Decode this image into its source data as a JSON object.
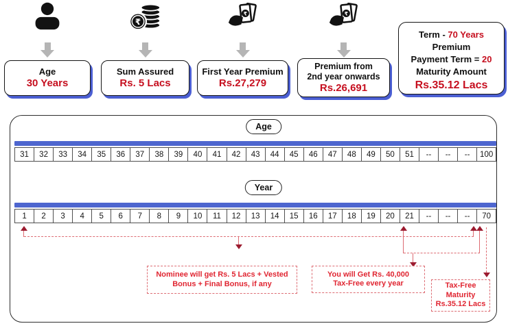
{
  "colors": {
    "accent_blue": "#4e66cf",
    "value_red": "#c60f1f",
    "arrow_maroon": "#9c1c30",
    "connector_pink": "#dd6b72",
    "callout_red": "#e02531",
    "gray_arrow": "#b5b5b5"
  },
  "icons": {
    "person": "person-icon",
    "rupee_coins": "rupee-coins-icon",
    "hand_money": "hand-money-icon",
    "down_block_arrow": "down-block-arrow-icon"
  },
  "cards": [
    {
      "label": "Age",
      "value": "30 Years"
    },
    {
      "label": "Sum Assured",
      "value": "Rs. 5 Lacs"
    },
    {
      "label": "First Year Premium",
      "value": "Rs.27,279"
    },
    {
      "label": "Premium from",
      "label2": "2nd year onwards",
      "value": "Rs.26,691"
    }
  ],
  "summary_card": {
    "term_label": "Term  -",
    "term_value": "70 Years",
    "ppt_label_1": "Premium",
    "ppt_label_2": "Payment Term =",
    "ppt_value": "20",
    "maturity_label": "Maturity Amount",
    "maturity_value": "Rs.35.12 Lacs"
  },
  "timeline": {
    "age_label": "Age",
    "age_cells": [
      "31",
      "32",
      "33",
      "34",
      "35",
      "36",
      "37",
      "38",
      "39",
      "40",
      "41",
      "42",
      "43",
      "44",
      "45",
      "46",
      "47",
      "48",
      "49",
      "50",
      "51",
      "--",
      "--",
      "--",
      "100"
    ],
    "year_label": "Year",
    "year_cells": [
      "1",
      "2",
      "3",
      "4",
      "5",
      "6",
      "7",
      "8",
      "9",
      "10",
      "11",
      "12",
      "13",
      "14",
      "15",
      "16",
      "17",
      "18",
      "19",
      "20",
      "21",
      "--",
      "--",
      "--",
      "70"
    ]
  },
  "callouts": {
    "nominee_line1": "Nominee will get Rs. 5 Lacs + Vested",
    "nominee_line2": "Bonus + Final Bonus, if any",
    "annuity_line1": "You will Get Rs. 40,000",
    "annuity_line2": "Tax-Free every year",
    "maturity_line1": "Tax-Free",
    "maturity_line2": "Maturity",
    "maturity_line3": "Rs.35.12 Lacs"
  }
}
